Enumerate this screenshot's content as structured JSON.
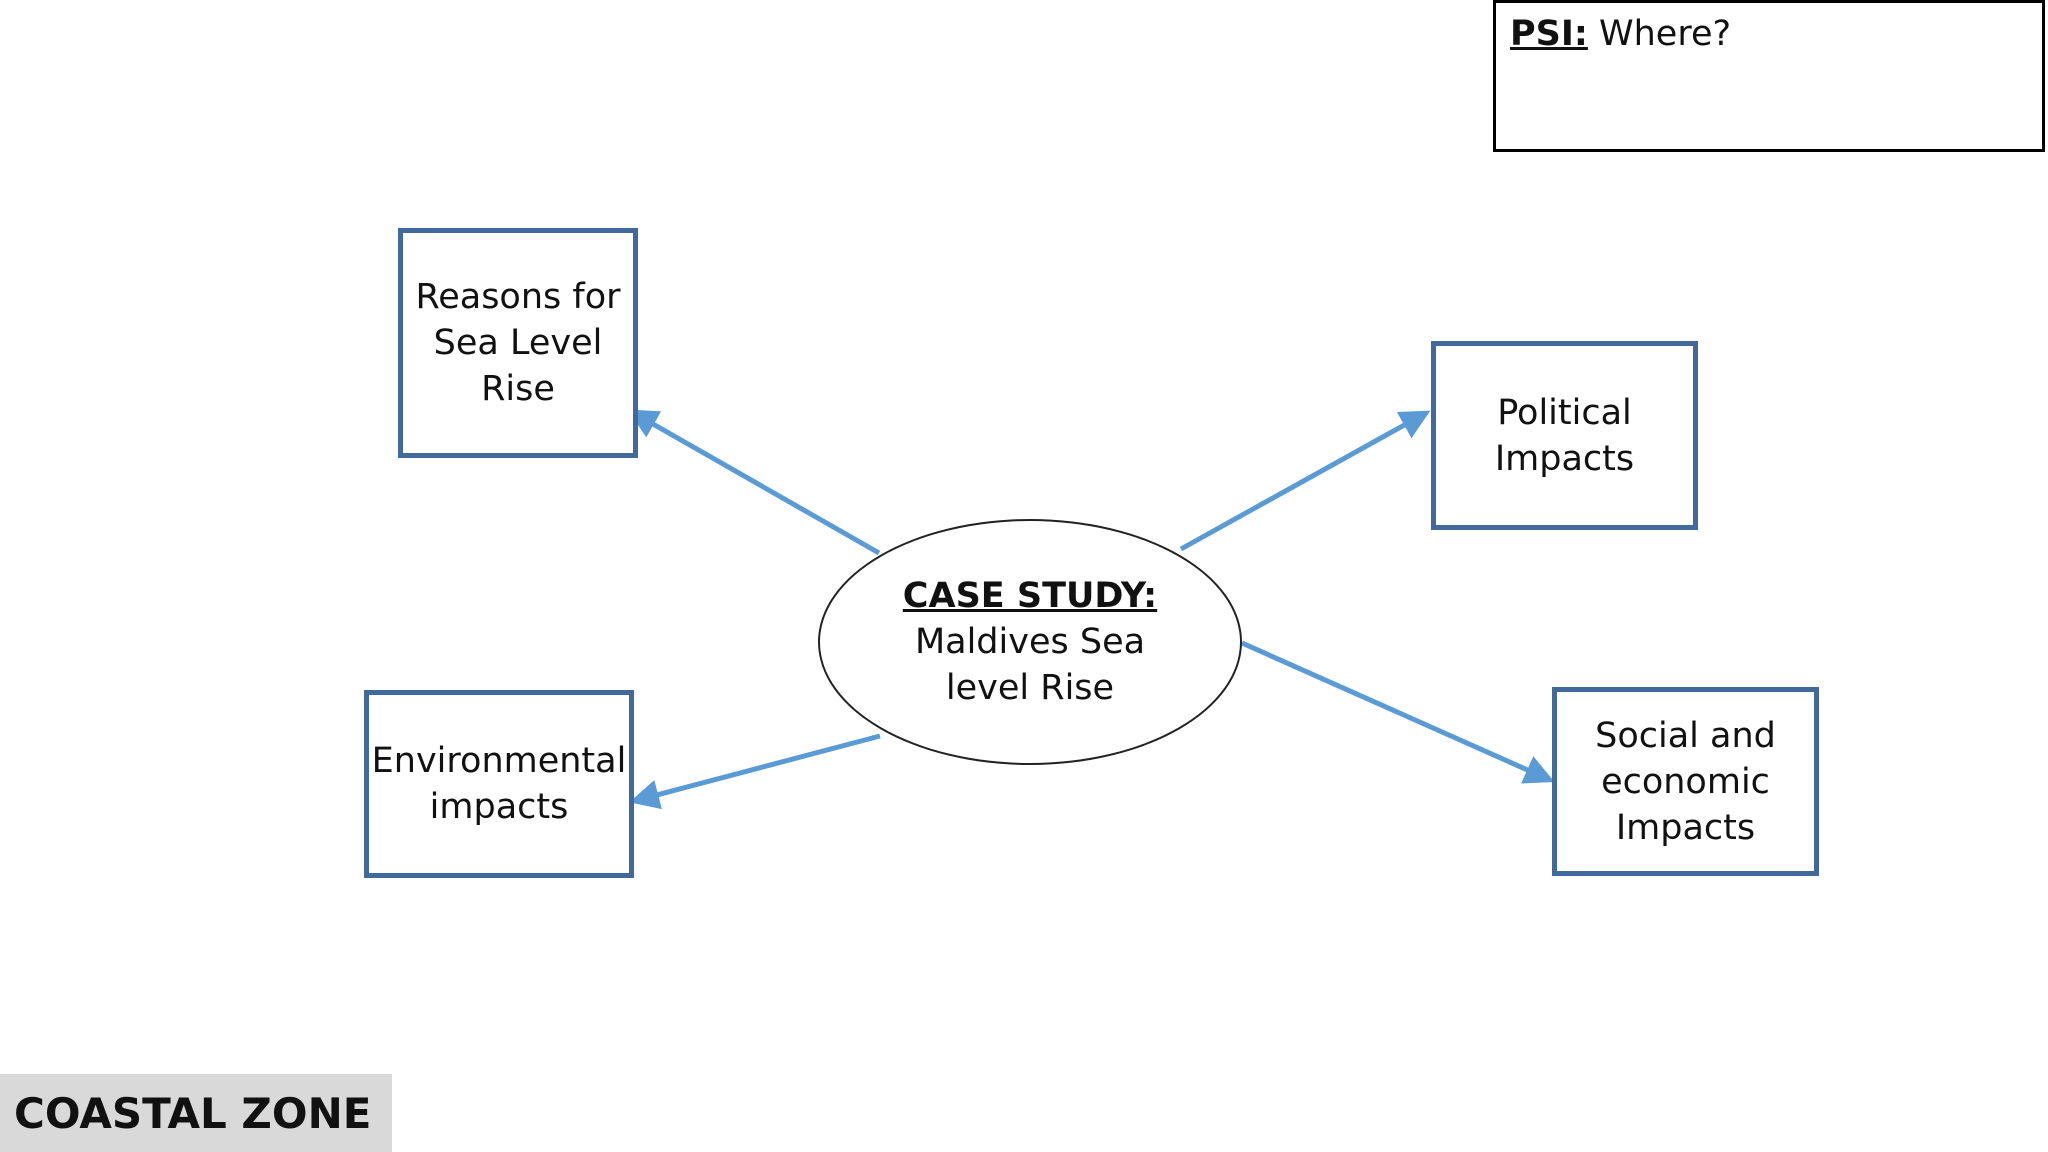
{
  "psi": {
    "label": "PSI:",
    "question": " Where?"
  },
  "case_study": {
    "title": "CASE STUDY:",
    "body": "Maldives Sea\nlevel Rise"
  },
  "nodes": {
    "reasons": "Reasons for\nSea Level\nRise",
    "political": "Political\nImpacts",
    "environmental": "Environmental\nimpacts",
    "social": "Social  and\neconomic\nImpacts"
  },
  "footer": {
    "zone": "COASTAL ZONE"
  },
  "colors": {
    "arrow": "#5b9bd5",
    "box_border": "#41699a",
    "footer_bg": "#d9d9d9"
  }
}
